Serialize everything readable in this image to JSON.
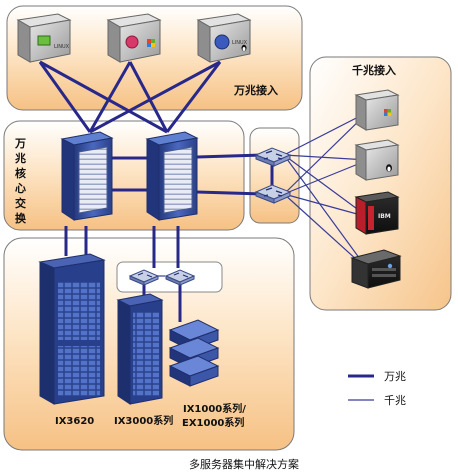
{
  "zones": {
    "top_access": "万兆接入",
    "right_access": "千兆接入",
    "core_chars": [
      "万",
      "兆",
      "核",
      "心",
      "交",
      "换"
    ]
  },
  "storage": {
    "ix3620": "IX3620",
    "ix3000": "IX3000系列",
    "ix1000_line1": "IX1000系列/",
    "ix1000_line2": "EX1000系列"
  },
  "legend": {
    "ten_gig": "万兆",
    "one_gig": "千兆"
  },
  "caption": "多服务器集中解决方案",
  "colors": {
    "thick_link": "#27288a",
    "thin_link": "#3a3c9a",
    "zone_fill_start": "#ffffff",
    "zone_fill_end": "#f8c98a",
    "rack_blue": "#3a55a8"
  }
}
